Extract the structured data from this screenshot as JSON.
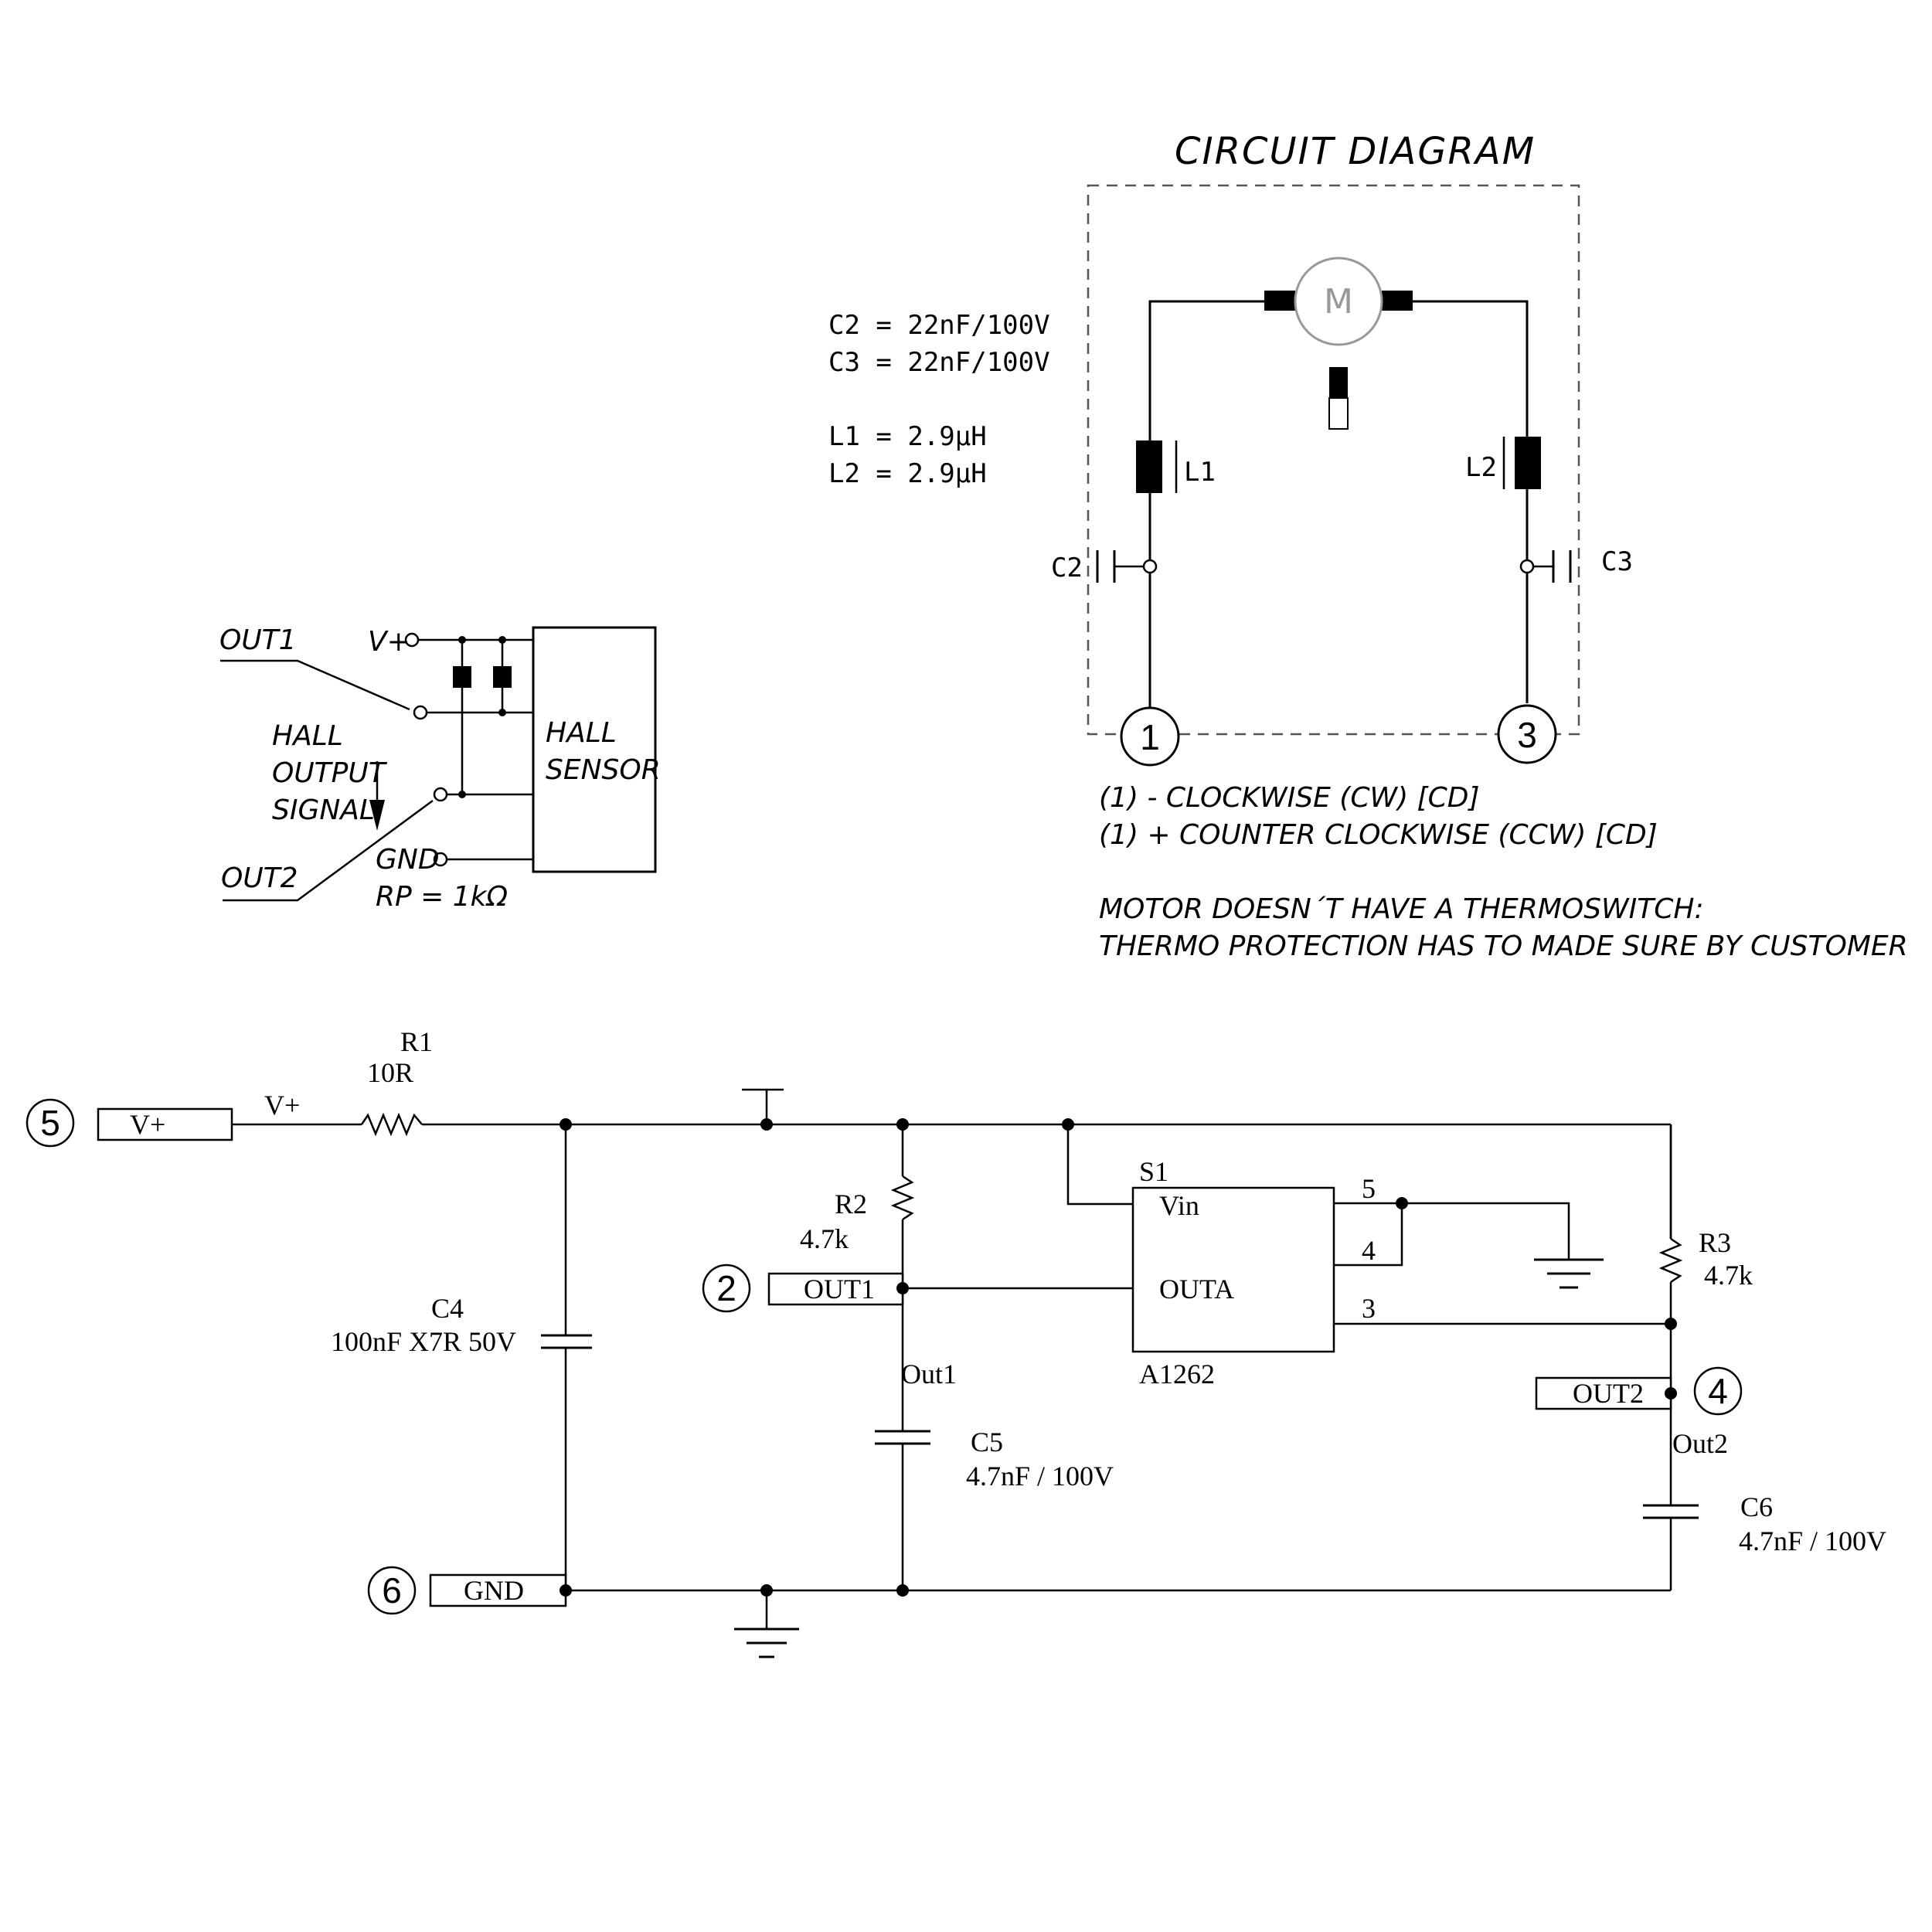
{
  "title": "CIRCUIT DIAGRAM",
  "ratings": {
    "c2": "C2 = 22nF/100V",
    "c3": "C3 = 22nF/100V",
    "l1": "L1 = 2.9µH",
    "l2": "L2 = 2.9µH"
  },
  "motor": {
    "symbol": "M",
    "l1": "L1",
    "l2": "L2",
    "c2": "C2",
    "c3": "C3",
    "pin1": "1",
    "pin3": "3",
    "note_cw": "(1) - CLOCKWISE (CW) [CD]",
    "note_ccw": "(1) + COUNTER CLOCKWISE (CCW) [CD]",
    "thermo_line1": "MOTOR DOESN´T HAVE A THERMOSWITCH:",
    "thermo_line2": "THERMO PROTECTION HAS TO MADE SURE BY CUSTOMER"
  },
  "hall": {
    "out1": "OUT1",
    "out2": "OUT2",
    "vplus": "V+",
    "gnd": "GND",
    "rp": "RP = 1kΩ",
    "signal1": "HALL",
    "signal2": "OUTPUT",
    "signal3": "SIGNAL",
    "sensor1": "HALL",
    "sensor2": "SENSOR"
  },
  "schematic": {
    "pin5": "5",
    "pin6": "6",
    "pin2": "2",
    "pin4": "4",
    "vplus_box": "V+",
    "vplus_net": "V+",
    "gnd_box": "GND",
    "out1_box": "OUT1",
    "out2_box": "OUT2",
    "r1": "R1",
    "r1_val": "10R",
    "r2": "R2",
    "r2_val": "4.7k",
    "r3": "R3",
    "r3_val": "4.7k",
    "c4": "C4",
    "c4_val": "100nF X7R 50V",
    "c5": "C5",
    "c5_val": "4.7nF / 100V",
    "c6": "C6",
    "c6_val": "4.7nF / 100V",
    "out1_net": "Out1",
    "out2_net": "Out2",
    "s1": "S1",
    "vin": "Vin",
    "outa": "OUTA",
    "ic_part": "A1262",
    "pin_5": "5",
    "pin_4": "4",
    "pin_3": "3"
  }
}
